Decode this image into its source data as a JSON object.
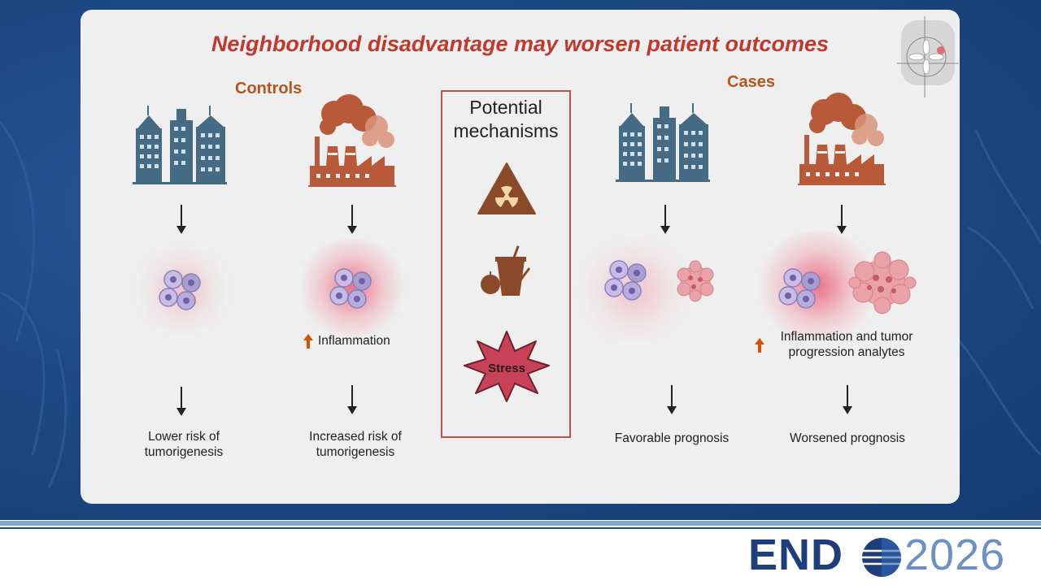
{
  "slide": {
    "title": "Neighborhood disadvantage may worsen patient outcomes",
    "controls_label": "Controls",
    "cases_label": "Cases",
    "mechanisms_title_line1": "Potential",
    "mechanisms_title_line2": "mechanisms",
    "stress_label": "Stress",
    "inflammation_label": "Inflammation",
    "cases_inflammation_line1": "Inflammation and tumor",
    "cases_inflammation_line2": "progression analytes",
    "outcomes": {
      "c1_line1": "Lower risk of",
      "c1_line2": "tumorigenesis",
      "c2_line1": "Increased risk of",
      "c2_line2": "tumorigenesis",
      "c3": "Favorable prognosis",
      "c4": "Worsened prognosis"
    }
  },
  "icons": [
    "city-buildings-icon",
    "factory-pollution-icon",
    "radiation-hazard-icon",
    "food-drink-icon",
    "stress-burst-icon",
    "immune-cells-icon",
    "tumor-cluster-icon",
    "up-arrow-icon",
    "down-arrow-icon",
    "breast-logo-icon"
  ],
  "footer": {
    "logo_brand": "END",
    "logo_year": "2026"
  },
  "colors": {
    "title_red": "#c0392b",
    "group_orange": "#b5541e",
    "building_blue": "#466b85",
    "factory_brown": "#b85a3a",
    "mechanism_border": "#c0504d",
    "brand_navy": "#1e3d7b",
    "brand_light": "#6b8fc7"
  }
}
